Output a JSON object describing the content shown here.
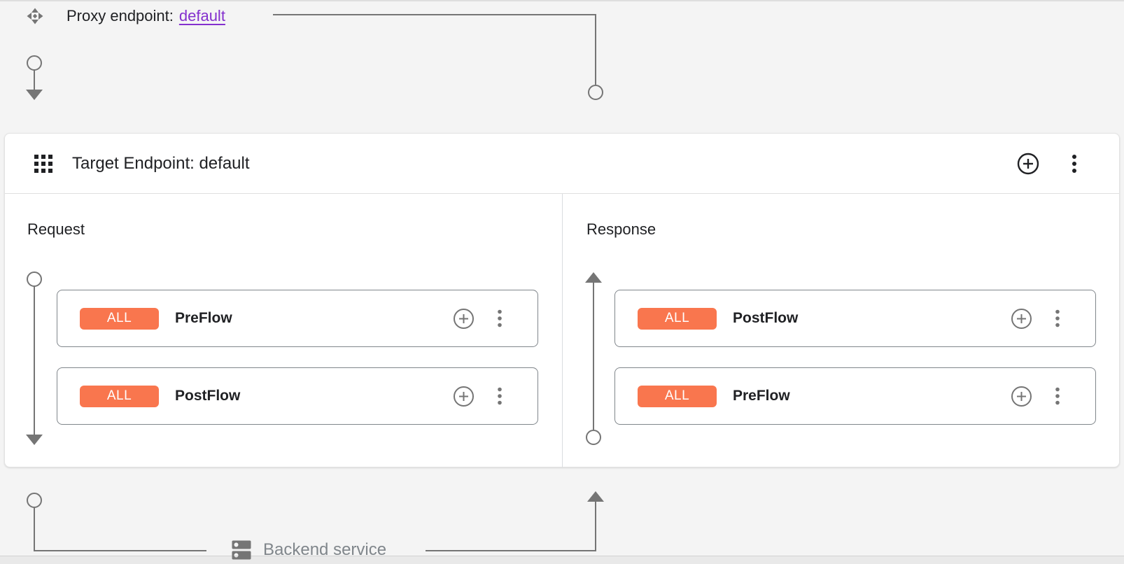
{
  "proxy": {
    "label": "Proxy endpoint:",
    "link_text": "default"
  },
  "target": {
    "title": "Target Endpoint: default",
    "request": {
      "label": "Request",
      "flows": [
        {
          "badge": "ALL",
          "name": "PreFlow"
        },
        {
          "badge": "ALL",
          "name": "PostFlow"
        }
      ]
    },
    "response": {
      "label": "Response",
      "flows": [
        {
          "badge": "ALL",
          "name": "PostFlow"
        },
        {
          "badge": "ALL",
          "name": "PreFlow"
        }
      ]
    }
  },
  "backend": {
    "label": "Backend service"
  },
  "icons": {
    "proxy": "move-diamond-icon",
    "target": "grid-icon",
    "add": "plus-circle-icon",
    "menu": "kebab-menu-icon",
    "backend": "dns-server-icon"
  },
  "colors": {
    "badge": "#F9764E",
    "link": "#8430CE",
    "connector": "#757575",
    "card-border": "#80868B"
  }
}
